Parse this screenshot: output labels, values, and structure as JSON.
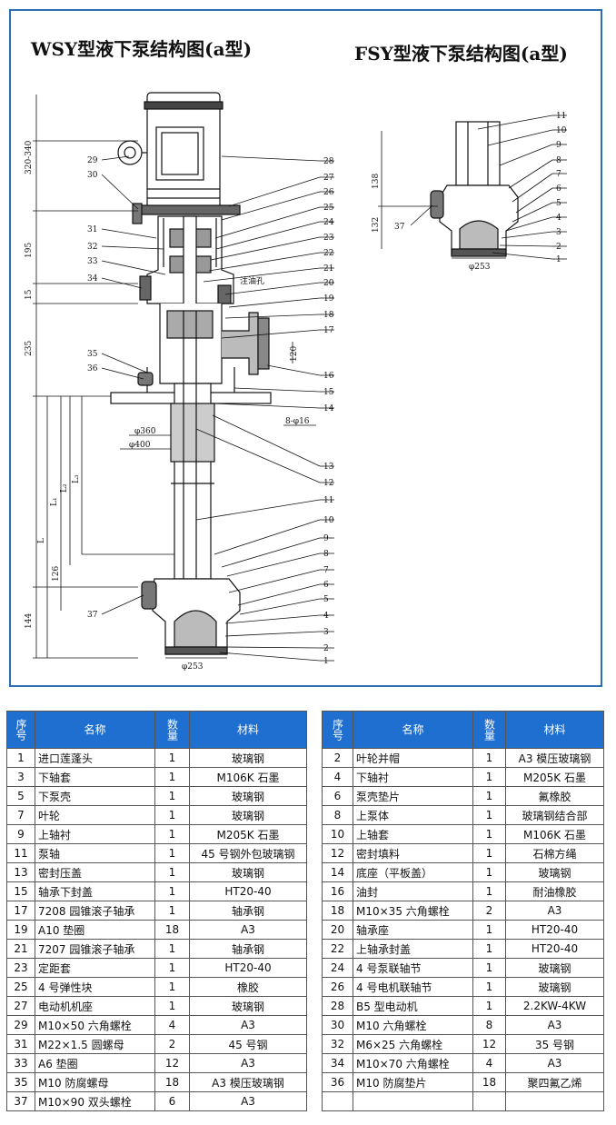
{
  "drawing": {
    "left_title": "WSY型液下泵结构图(a型)",
    "right_title": "FSY型液下泵结构图(a型)",
    "left_part_numbers": [
      "28",
      "27",
      "26",
      "25",
      "24",
      "23",
      "22",
      "21",
      "20",
      "19",
      "18",
      "17",
      "16",
      "15",
      "14",
      "13",
      "12",
      "11",
      "10",
      "9",
      "8",
      "7",
      "6",
      "5",
      "4",
      "3",
      "2",
      "1"
    ],
    "left_side_numbers": [
      "29",
      "30",
      "31",
      "32",
      "33",
      "34",
      "35",
      "36",
      "37"
    ],
    "right_part_numbers": [
      "11",
      "10",
      "9",
      "8",
      "7",
      "6",
      "5",
      "4",
      "3",
      "2",
      "1"
    ],
    "right_side_numbers": [
      "37"
    ],
    "dimensions": {
      "d1": "320-340",
      "d2": "195",
      "d3": "15",
      "d4": "235",
      "d5": "126",
      "d6": "144",
      "L": "L",
      "L1": "L₁",
      "L2": "L₂",
      "L3": "L₃",
      "phi360": "φ360",
      "phi400": "φ400",
      "phi253": "φ253",
      "bolts": "8-φ16",
      "d120": "120",
      "r138": "138",
      "r132": "132",
      "rphi253": "φ253"
    },
    "note_oil_hole": "注油孔"
  },
  "table": {
    "headers": {
      "no": "序号",
      "name": "名称",
      "qty": "数量",
      "material": "材料"
    },
    "left_rows": [
      {
        "no": "1",
        "name": "进口莲蓬头",
        "qty": "1",
        "material": "玻璃钢"
      },
      {
        "no": "3",
        "name": "下轴套",
        "qty": "1",
        "material": "M106K 石墨"
      },
      {
        "no": "5",
        "name": "下泵壳",
        "qty": "1",
        "material": "玻璃钢"
      },
      {
        "no": "7",
        "name": "叶轮",
        "qty": "1",
        "material": "玻璃钢"
      },
      {
        "no": "9",
        "name": "上轴衬",
        "qty": "1",
        "material": "M205K 石墨"
      },
      {
        "no": "11",
        "name": "泵轴",
        "qty": "1",
        "material": "45 号钢外包玻璃钢"
      },
      {
        "no": "13",
        "name": "密封压盖",
        "qty": "1",
        "material": "玻璃钢"
      },
      {
        "no": "15",
        "name": "轴承下封盖",
        "qty": "1",
        "material": "HT20-40"
      },
      {
        "no": "17",
        "name": "7208 园锥滚子轴承",
        "qty": "1",
        "material": "轴承钢"
      },
      {
        "no": "19",
        "name": "A10 垫圈",
        "qty": "18",
        "material": "A3"
      },
      {
        "no": "21",
        "name": "7207 园锥滚子轴承",
        "qty": "1",
        "material": "轴承钢"
      },
      {
        "no": "23",
        "name": "定距套",
        "qty": "1",
        "material": "HT20-40"
      },
      {
        "no": "25",
        "name": "4 号弹性块",
        "qty": "1",
        "material": "橡胶"
      },
      {
        "no": "27",
        "name": "电动机机座",
        "qty": "1",
        "material": "玻璃钢"
      },
      {
        "no": "29",
        "name": "M10×50 六角螺栓",
        "qty": "4",
        "material": "A3"
      },
      {
        "no": "31",
        "name": "M22×1.5 圆螺母",
        "qty": "2",
        "material": "45 号钢"
      },
      {
        "no": "33",
        "name": "A6 垫圈",
        "qty": "12",
        "material": "A3"
      },
      {
        "no": "35",
        "name": "M10 防腐螺母",
        "qty": "18",
        "material": "A3 模压玻璃钢"
      },
      {
        "no": "37",
        "name": "M10×90 双头螺栓",
        "qty": "6",
        "material": "A3"
      }
    ],
    "right_rows": [
      {
        "no": "2",
        "name": "叶轮并帽",
        "qty": "1",
        "material": "A3 模压玻璃钢"
      },
      {
        "no": "4",
        "name": "下轴衬",
        "qty": "1",
        "material": "M205K 石墨"
      },
      {
        "no": "6",
        "name": "泵壳垫片",
        "qty": "1",
        "material": "氟橡胶"
      },
      {
        "no": "8",
        "name": "上泵体",
        "qty": "1",
        "material": "玻璃钢结合部"
      },
      {
        "no": "10",
        "name": "上轴套",
        "qty": "1",
        "material": "M106K 石墨"
      },
      {
        "no": "12",
        "name": "密封填料",
        "qty": "1",
        "material": "石棉方绳"
      },
      {
        "no": "14",
        "name": "底座（平板盖）",
        "qty": "1",
        "material": "玻璃钢"
      },
      {
        "no": "16",
        "name": "油封",
        "qty": "1",
        "material": "耐油橡胶"
      },
      {
        "no": "18",
        "name": "M10×35 六角螺栓",
        "qty": "2",
        "material": "A3"
      },
      {
        "no": "20",
        "name": "轴承座",
        "qty": "1",
        "material": "HT20-40"
      },
      {
        "no": "22",
        "name": "上轴承封盖",
        "qty": "1",
        "material": "HT20-40"
      },
      {
        "no": "24",
        "name": "4 号泵联轴节",
        "qty": "1",
        "material": "玻璃钢"
      },
      {
        "no": "26",
        "name": "4 号电机联轴节",
        "qty": "1",
        "material": "玻璃钢"
      },
      {
        "no": "28",
        "name": "B5 型电动机",
        "qty": "1",
        "material": "2.2KW-4KW"
      },
      {
        "no": "30",
        "name": "M10 六角螺栓",
        "qty": "8",
        "material": "A3"
      },
      {
        "no": "32",
        "name": "M6×25 六角螺栓",
        "qty": "12",
        "material": "35 号钢"
      },
      {
        "no": "34",
        "name": "M10×70 六角螺栓",
        "qty": "4",
        "material": "A3"
      },
      {
        "no": "36",
        "name": "M10 防腐垫片",
        "qty": "18",
        "material": "聚四氟乙烯"
      }
    ]
  }
}
